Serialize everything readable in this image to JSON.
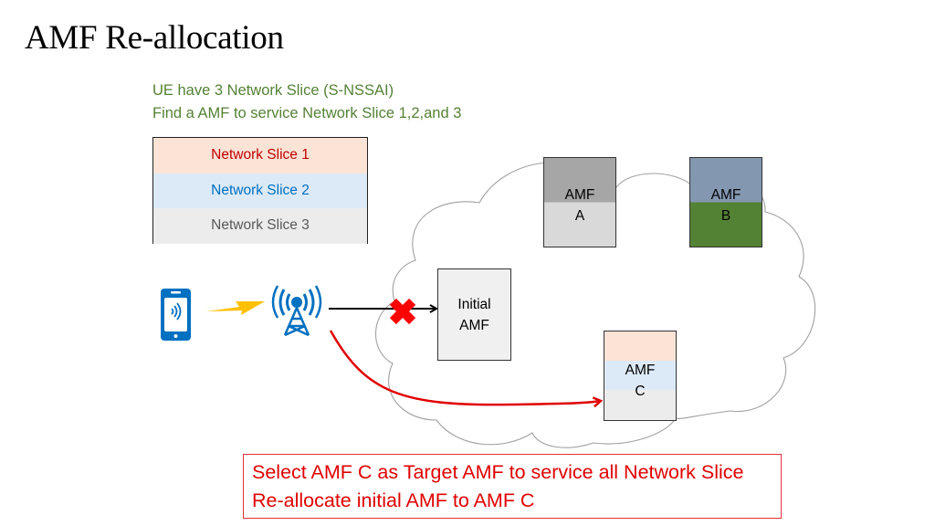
{
  "title": "AMF Re-allocation",
  "intro": {
    "line1": "UE have 3 Network Slice (S-NSSAI)",
    "line2": "Find a AMF to service Network Slice 1,2,and 3"
  },
  "slices": [
    {
      "label": "Network Slice 1",
      "color": "#c00000",
      "fill": "#fbe3d6"
    },
    {
      "label": "Network Slice 2",
      "color": "#0070c0",
      "fill": "#dceaf7"
    },
    {
      "label": "Network Slice 3",
      "color": "#595959",
      "fill": "#ececec"
    }
  ],
  "devices": {
    "ue": "smartphone-icon",
    "link": "lightning-icon",
    "base_station": "cell-tower-icon"
  },
  "amfs": {
    "initial": {
      "line1": "Initial",
      "line2": "AMF"
    },
    "a": {
      "line1": "AMF",
      "line2": "A",
      "supports": [
        "Network Slice 3"
      ]
    },
    "b": {
      "line1": "AMF",
      "line2": "B",
      "supports": []
    },
    "c": {
      "line1": "AMF",
      "line2": "C",
      "supports": [
        "Network Slice 1",
        "Network Slice 2",
        "Network Slice 3"
      ]
    }
  },
  "connections": [
    {
      "from": "base_station",
      "to": "initial",
      "status": "blocked",
      "color": "#000000"
    },
    {
      "from": "base_station",
      "to": "c",
      "status": "re-allocated",
      "color": "#e00000"
    }
  ],
  "result": {
    "line1": "Select AMF C as Target AMF to service all Network Slice",
    "line2": "Re-allocate initial AMF to AMF C"
  },
  "colors": {
    "intro_text": "#548235",
    "result_text": "#e00000",
    "blocked_mark": "#ff0000",
    "device_blue": "#0070c0",
    "lightning": "#ffc000"
  }
}
